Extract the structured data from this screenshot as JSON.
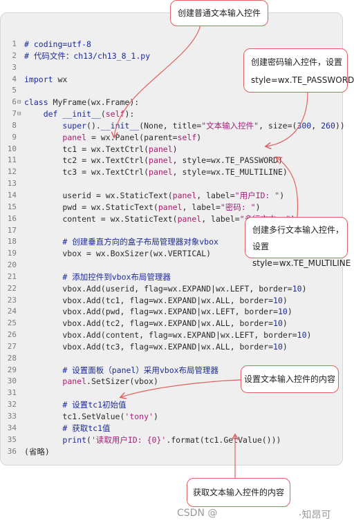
{
  "code_lines": [
    {
      "n": "1",
      "segs": [
        [
          "cm",
          "# coding=utf-8"
        ]
      ]
    },
    {
      "n": "2",
      "segs": [
        [
          "cm",
          "# 代码文件：ch13/ch13_8_1.py"
        ]
      ]
    },
    {
      "n": "3",
      "segs": []
    },
    {
      "n": "4",
      "segs": [
        [
          "kw",
          "import"
        ],
        [
          "fn",
          " wx"
        ]
      ]
    },
    {
      "n": "5",
      "segs": []
    },
    {
      "n": "6",
      "fold": "⊟",
      "segs": [
        [
          "kw",
          "class"
        ],
        [
          "fn",
          " MyFrame(wx.Frame):"
        ]
      ]
    },
    {
      "n": "7",
      "fold": "⊟",
      "segs": [
        [
          "fn",
          "    "
        ],
        [
          "kw",
          "def"
        ],
        [
          "fn",
          " "
        ],
        [
          "bi",
          "__init__"
        ],
        [
          "fn",
          "("
        ],
        [
          "sf",
          "self"
        ],
        [
          "fn",
          "):"
        ]
      ]
    },
    {
      "n": "8",
      "segs": [
        [
          "fn",
          "        "
        ],
        [
          "bi",
          "super"
        ],
        [
          "fn",
          "()."
        ],
        [
          "bi",
          "__init__"
        ],
        [
          "fn",
          "(None, title="
        ],
        [
          "st",
          "\"文本输入控件\""
        ],
        [
          "fn",
          ", size=("
        ],
        [
          "nm",
          "300"
        ],
        [
          "fn",
          ", "
        ],
        [
          "nm",
          "260"
        ],
        [
          "fn",
          "))"
        ]
      ]
    },
    {
      "n": "9",
      "segs": [
        [
          "fn",
          "        "
        ],
        [
          "sf",
          "panel"
        ],
        [
          "fn",
          " = wx.Panel(parent="
        ],
        [
          "sf",
          "self"
        ],
        [
          "fn",
          ")"
        ]
      ]
    },
    {
      "n": "10",
      "segs": [
        [
          "fn",
          "        tc1 = wx.TextCtrl("
        ],
        [
          "sf",
          "panel"
        ],
        [
          "fn",
          ")"
        ]
      ]
    },
    {
      "n": "11",
      "segs": [
        [
          "fn",
          "        tc2 = wx.TextCtrl("
        ],
        [
          "sf",
          "panel"
        ],
        [
          "fn",
          ", style=wx.TE_PASSWORD)"
        ]
      ]
    },
    {
      "n": "12",
      "segs": [
        [
          "fn",
          "        tc3 = wx.TextCtrl("
        ],
        [
          "sf",
          "panel"
        ],
        [
          "fn",
          ", style=wx.TE_MULTILINE)"
        ]
      ]
    },
    {
      "n": "13",
      "segs": []
    },
    {
      "n": "14",
      "segs": [
        [
          "fn",
          "        userid = wx.StaticText("
        ],
        [
          "sf",
          "panel"
        ],
        [
          "fn",
          ", label="
        ],
        [
          "st",
          "\"用户ID: \""
        ],
        [
          "fn",
          ")"
        ]
      ]
    },
    {
      "n": "15",
      "segs": [
        [
          "fn",
          "        pwd = wx.StaticText("
        ],
        [
          "sf",
          "panel"
        ],
        [
          "fn",
          ", label="
        ],
        [
          "st",
          "\"密码: \""
        ],
        [
          "fn",
          ")"
        ]
      ]
    },
    {
      "n": "16",
      "segs": [
        [
          "fn",
          "        content = wx.StaticText("
        ],
        [
          "sf",
          "panel"
        ],
        [
          "fn",
          ", label="
        ],
        [
          "st",
          "\"多行文本: \""
        ],
        [
          "fn",
          ")"
        ]
      ]
    },
    {
      "n": "17",
      "segs": []
    },
    {
      "n": "18",
      "segs": [
        [
          "fn",
          "        "
        ],
        [
          "cm",
          "# 创建垂直方向的盒子布局管理器对象vbox"
        ]
      ]
    },
    {
      "n": "19",
      "segs": [
        [
          "fn",
          "        vbox = wx.BoxSizer(wx.VERTICAL)"
        ]
      ]
    },
    {
      "n": "20",
      "segs": []
    },
    {
      "n": "21",
      "segs": [
        [
          "fn",
          "        "
        ],
        [
          "cm",
          "# 添加控件到vbox布局管理器"
        ]
      ]
    },
    {
      "n": "22",
      "segs": [
        [
          "fn",
          "        vbox.Add(userid, flag=wx.EXPAND|wx.LEFT, border="
        ],
        [
          "nm",
          "10"
        ],
        [
          "fn",
          ")"
        ]
      ]
    },
    {
      "n": "23",
      "segs": [
        [
          "fn",
          "        vbox.Add(tc1, flag=wx.EXPAND|wx.ALL, border="
        ],
        [
          "nm",
          "10"
        ],
        [
          "fn",
          ")"
        ]
      ]
    },
    {
      "n": "24",
      "segs": [
        [
          "fn",
          "        vbox.Add(pwd, flag=wx.EXPAND|wx.LEFT, border="
        ],
        [
          "nm",
          "10"
        ],
        [
          "fn",
          ")"
        ]
      ]
    },
    {
      "n": "25",
      "segs": [
        [
          "fn",
          "        vbox.Add(tc2, flag=wx.EXPAND|wx.ALL, border="
        ],
        [
          "nm",
          "10"
        ],
        [
          "fn",
          ")"
        ]
      ]
    },
    {
      "n": "26",
      "segs": [
        [
          "fn",
          "        vbox.Add(content, flag=wx.EXPAND|wx.LEFT, border="
        ],
        [
          "nm",
          "10"
        ],
        [
          "fn",
          ")"
        ]
      ]
    },
    {
      "n": "27",
      "segs": [
        [
          "fn",
          "        vbox.Add(tc3, flag=wx.EXPAND|wx.ALL, border="
        ],
        [
          "nm",
          "10"
        ],
        [
          "fn",
          ")"
        ]
      ]
    },
    {
      "n": "28",
      "segs": []
    },
    {
      "n": "29",
      "segs": [
        [
          "fn",
          "        "
        ],
        [
          "cm",
          "# 设置面板（panel）采用vbox布局管理器"
        ]
      ]
    },
    {
      "n": "30",
      "segs": [
        [
          "fn",
          "        "
        ],
        [
          "sf",
          "panel"
        ],
        [
          "fn",
          ".SetSizer(vbox)"
        ]
      ]
    },
    {
      "n": "31",
      "segs": []
    },
    {
      "n": "32",
      "segs": [
        [
          "fn",
          "        "
        ],
        [
          "cm",
          "# 设置tc1初始值"
        ]
      ]
    },
    {
      "n": "33",
      "segs": [
        [
          "fn",
          "        tc1.SetValue("
        ],
        [
          "st",
          "'tony'"
        ],
        [
          "fn",
          ")"
        ]
      ]
    },
    {
      "n": "34",
      "segs": [
        [
          "fn",
          "        "
        ],
        [
          "cm",
          "# 获取tc1值"
        ]
      ]
    },
    {
      "n": "35",
      "segs": [
        [
          "fn",
          "        "
        ],
        [
          "bi",
          "print"
        ],
        [
          "fn",
          "("
        ],
        [
          "st",
          "'读取用户ID: {0}'"
        ],
        [
          "fn",
          ".format(tc1.GetValue()))"
        ]
      ]
    },
    {
      "n": "36",
      "segs": [
        [
          "fn",
          "(省略)"
        ]
      ]
    }
  ],
  "callouts": {
    "c1": [
      "创建普通文本输入控件"
    ],
    "c2": [
      "创建密码输入控件，设置",
      "style=wx.TE_PASSWORD"
    ],
    "c3": [
      "创建多行文本输入控件，",
      "设置style=wx.TE_MULTILINE"
    ],
    "c4": [
      "设置文本输入控件的内容"
    ],
    "c5": [
      "获取文本输入控件的内容"
    ]
  },
  "watermark": {
    "left": "CSDN @",
    "right": "·知昂可"
  },
  "colors": {
    "arrow": "#e06060",
    "keyword": "#1b2a9a",
    "string": "#a11f7a"
  }
}
